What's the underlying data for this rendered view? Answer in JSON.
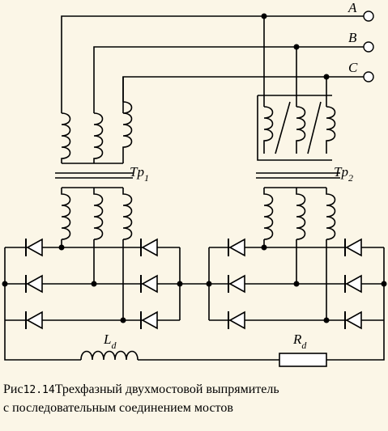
{
  "terminals": [
    "A",
    "B",
    "C"
  ],
  "transformers": [
    {
      "label": "Tp",
      "sub": "1"
    },
    {
      "label": "Tp",
      "sub": "2"
    }
  ],
  "inductor": {
    "label": "L",
    "sub": "d"
  },
  "resistor": {
    "label": "R",
    "sub": "d"
  },
  "caption": {
    "prefix": "Рис",
    "number": "12.14",
    "line1": "Трехфазный двухмостовой выпрямитель",
    "line2": "с последовательным соединением мостов"
  },
  "colors": {
    "background": "#fbf6e7",
    "ink": "#000000"
  }
}
